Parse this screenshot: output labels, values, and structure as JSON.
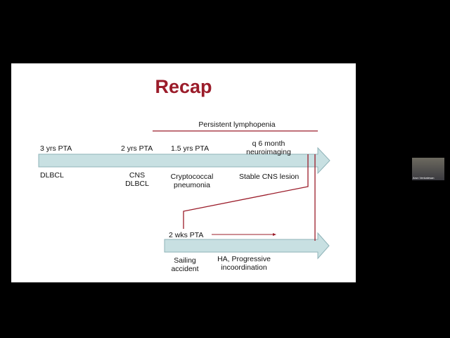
{
  "slide": {
    "title": "Recap",
    "bar_label": "Persistent lymphopenia",
    "timeline1": [
      {
        "time": "3 yrs PTA",
        "event": "DLBCL"
      },
      {
        "time": "2 yrs PTA",
        "event": "CNS DLBCL"
      },
      {
        "time": "1.5 yrs PTA",
        "event": "Cryptococcal pneumonia"
      },
      {
        "time": "q 6 month neuroimaging",
        "event": "Stable CNS lesion"
      }
    ],
    "timeline2": [
      {
        "time": "2 wks PTA",
        "event": "Sailing accident"
      },
      {
        "event": "HA, Progressive incoordination"
      }
    ],
    "colors": {
      "accent": "#9b1c2a",
      "arrow_fill": "#c8e0e2",
      "arrow_stroke": "#8fb3b8"
    }
  },
  "video": {
    "name": "Arun Venkatesan"
  }
}
